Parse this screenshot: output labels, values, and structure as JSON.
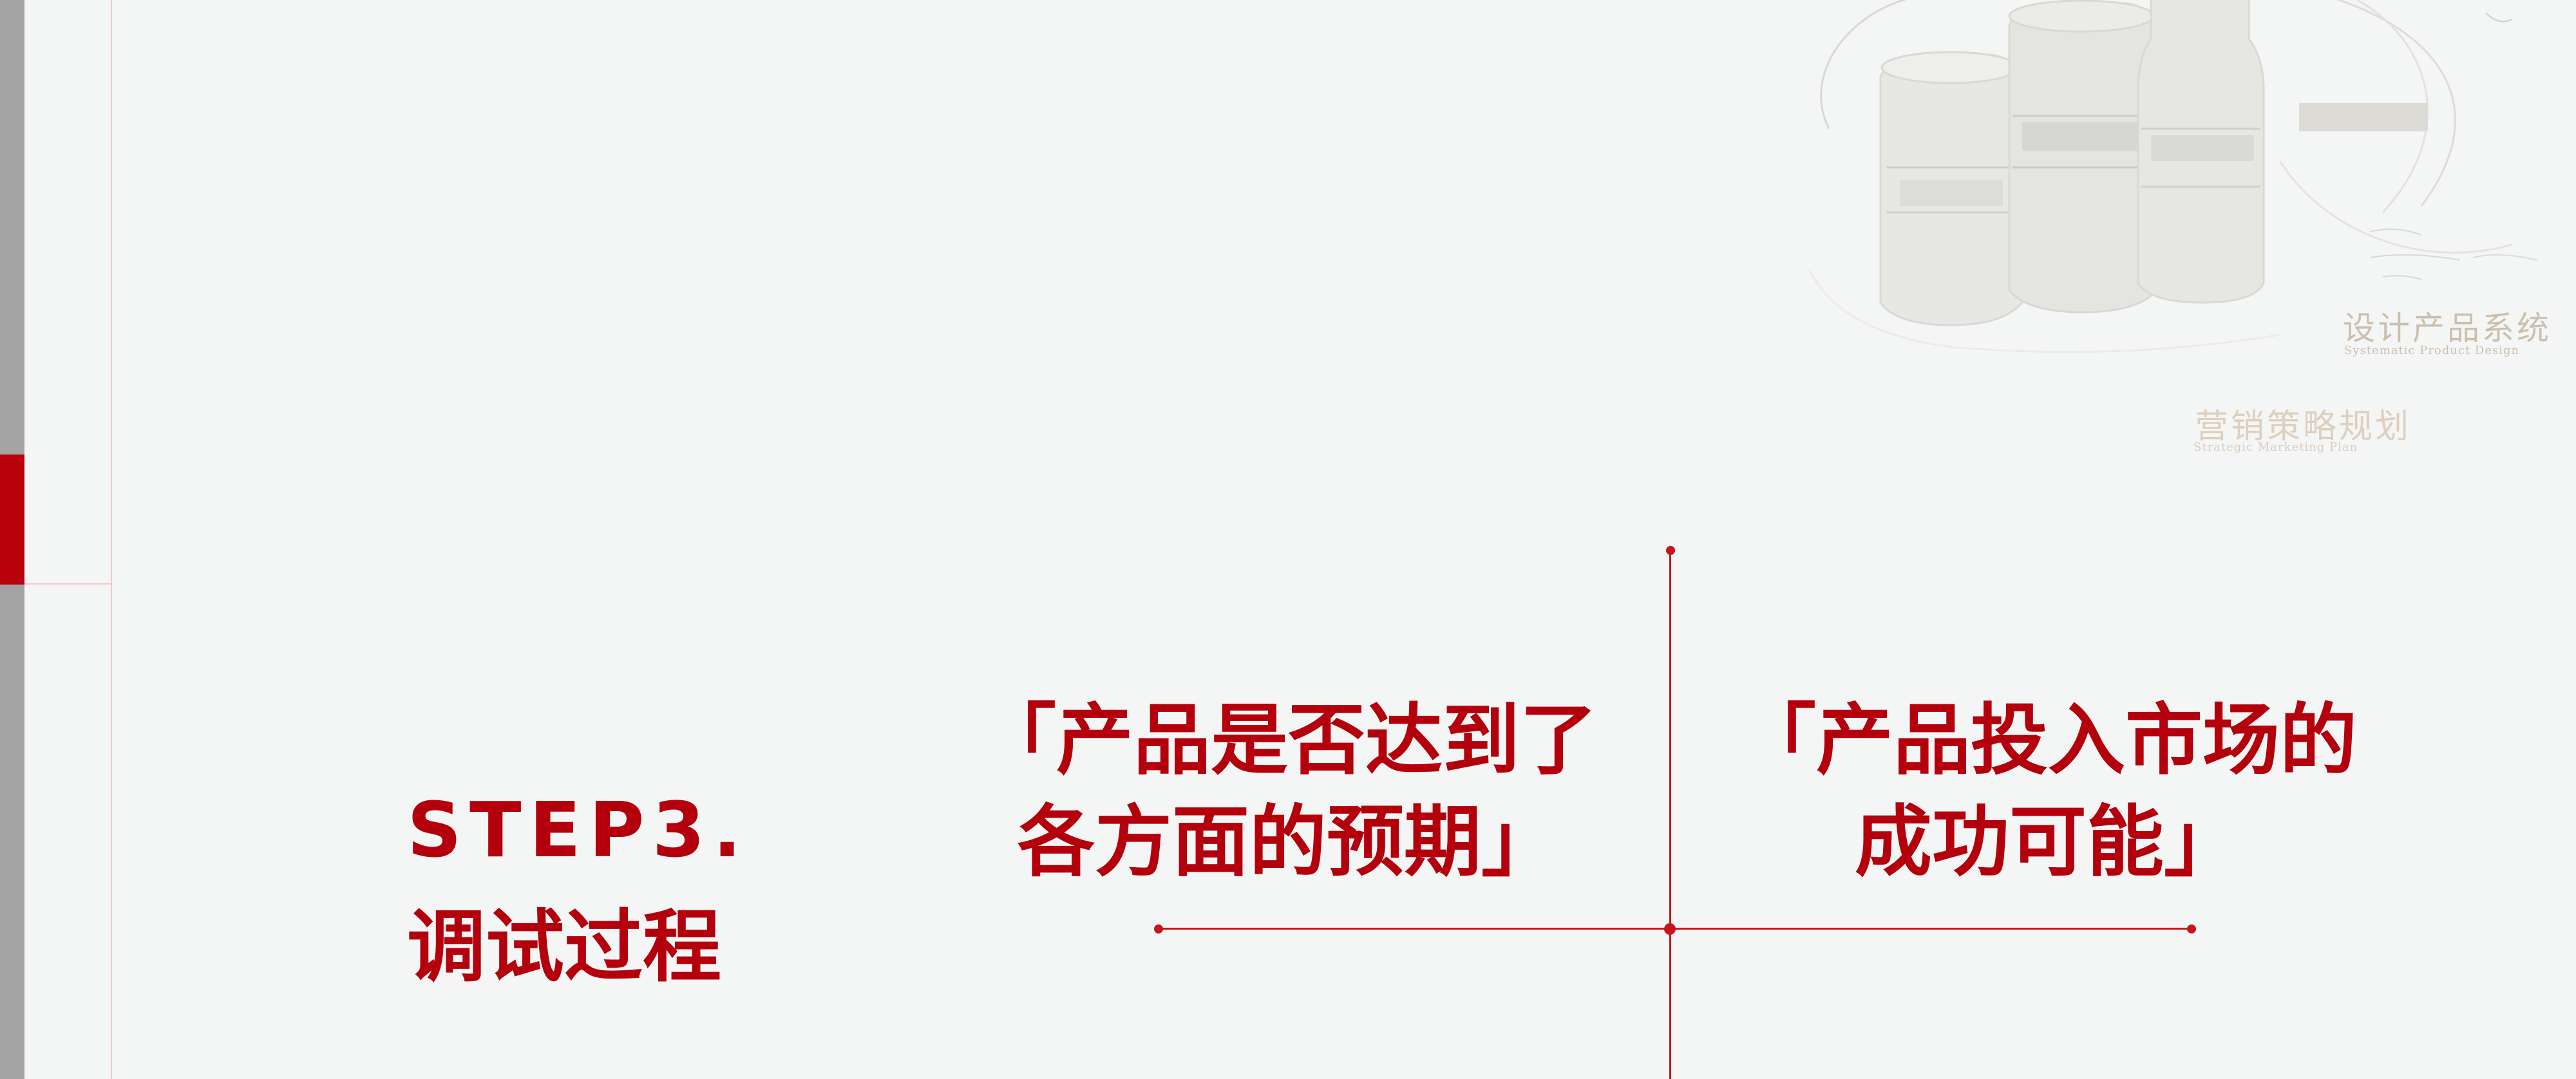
{
  "heading": {
    "step": "STEP3.",
    "title": "调试过程"
  },
  "quotes": {
    "left": [
      "「产品是否达到了",
      "各方面的预期」"
    ],
    "right": [
      "「产品投入市场的",
      "成功可能」"
    ]
  },
  "sketch": {
    "caption_a": "设计产品系统",
    "caption_a_sub": "Systematic Product Design",
    "caption_b": "营销策略规划",
    "caption_b_sub": "Strategic Marketing Plan"
  },
  "colors": {
    "accent": "#b3000c",
    "background": "#f4f6f5",
    "edge_gray": "#a3a3a3"
  }
}
